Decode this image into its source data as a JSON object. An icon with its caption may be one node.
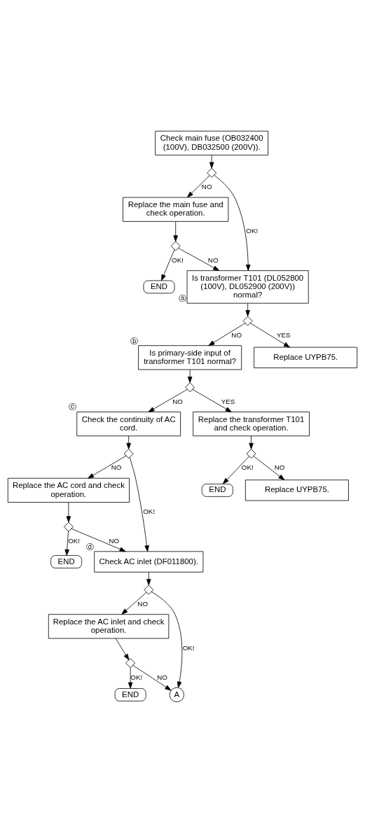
{
  "diagram": {
    "nodes": [
      {
        "text": [
          "Check main fuse (OB032400 (100V), DB032500 (200V))."
        ]
      },
      {
        "text": [],
        "shape": "diamond"
      },
      {
        "text": [
          "Replace the main fuse and check operation."
        ]
      },
      {
        "text": [],
        "shape": "diamond"
      },
      {
        "text": [
          "END"
        ]
      },
      {
        "text": [
          "Is transformer T101 (DL052800 (100V), DL052900 (200V)) normal?"
        ],
        "beside": [
          "ⓐ"
        ]
      },
      {
        "text": [],
        "shape": "diamond"
      },
      {
        "text": [
          "Is primary-side input of transformer T101 normal?"
        ],
        "beside": [
          "ⓑ"
        ]
      },
      {
        "text": [
          "Replace UYPB75."
        ]
      },
      {
        "text": [],
        "shape": "diamond"
      },
      {
        "text": [
          "Check the continuity of AC cord."
        ],
        "beside": [
          "ⓒ"
        ]
      },
      {
        "text": [
          "Replace the transformer T101 and check operation."
        ]
      },
      {
        "text": [],
        "shape": "diamond"
      },
      {
        "text": [
          "Replace the AC cord and check operation."
        ]
      },
      {
        "text": [],
        "shape": "diamond"
      },
      {
        "text": [
          "END"
        ]
      },
      {
        "text": [],
        "shape": "diamond"
      },
      {
        "text": [
          "END"
        ]
      },
      {
        "text": [
          "Replace UYPB75."
        ]
      },
      {
        "text": [
          "Check AC inlet (DF011800)."
        ],
        "beside": [
          "ⓓ"
        ]
      },
      {
        "text": [],
        "shape": "diamond"
      },
      {
        "text": [
          "Replace the AC inlet and check operation."
        ]
      },
      {
        "text": [],
        "shape": "diamond"
      },
      {
        "text": [
          "END"
        ]
      },
      {
        "text": [
          "A"
        ]
      }
    ],
    "edges": [
      {
        "from": 0,
        "to": 1,
        "arrow": "to"
      },
      {
        "from": 1,
        "to": 2,
        "arrow": "to",
        "label": "NO"
      },
      {
        "from": 1,
        "to": 5,
        "arrow": "to",
        "label": "OK!"
      },
      {
        "from": 2,
        "to": 3,
        "arrow": "to"
      },
      {
        "from": 3,
        "to": 4,
        "arrow": "to",
        "label": "OK!"
      },
      {
        "from": 3,
        "to": 5,
        "arrow": "to",
        "label": "NO"
      },
      {
        "from": 5,
        "to": 6,
        "arrow": "to"
      },
      {
        "from": 6,
        "to": 7,
        "arrow": "to",
        "label": "NO"
      },
      {
        "from": 6,
        "to": 8,
        "arrow": "to",
        "label": "YES"
      },
      {
        "from": 7,
        "to": 9,
        "arrow": "to"
      },
      {
        "from": 9,
        "to": 10,
        "arrow": "to",
        "label": "NO"
      },
      {
        "from": 9,
        "to": 11,
        "arrow": "to",
        "label": "YES"
      },
      {
        "from": 10,
        "to": 12,
        "arrow": "to"
      },
      {
        "from": 12,
        "to": 13,
        "arrow": "to",
        "label": "NO"
      },
      {
        "from": 12,
        "to": 19,
        "arrow": "to",
        "label": "OK!"
      },
      {
        "from": 13,
        "to": 14,
        "arrow": "to"
      },
      {
        "from": 14,
        "to": 15,
        "arrow": "to",
        "label": "OK!"
      },
      {
        "from": 14,
        "to": 19,
        "arrow": "to",
        "label": "NO"
      },
      {
        "from": 11,
        "to": 16,
        "arrow": "to"
      },
      {
        "from": 16,
        "to": 17,
        "arrow": "to",
        "label": "OK!"
      },
      {
        "from": 16,
        "to": 18,
        "arrow": "to",
        "label": "NO"
      },
      {
        "from": 19,
        "to": 20,
        "arrow": "to"
      },
      {
        "from": 20,
        "to": 21,
        "arrow": "to",
        "label": "NO"
      },
      {
        "from": 20,
        "to": 24,
        "arrow": "to",
        "label": "OK!"
      },
      {
        "from": 21,
        "to": 22,
        "arrow": "to"
      },
      {
        "from": 22,
        "to": 23,
        "arrow": "to",
        "label": "OK!"
      },
      {
        "from": 22,
        "to": 24,
        "arrow": "to",
        "label": "NO"
      }
    ]
  }
}
